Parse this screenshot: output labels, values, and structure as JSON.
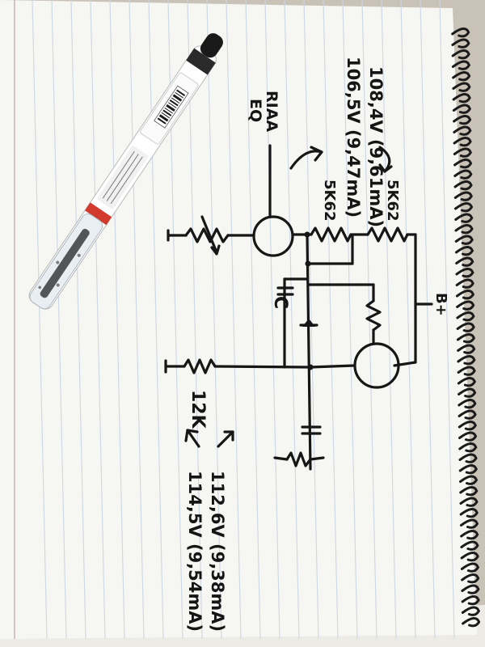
{
  "photo": {
    "background_color": "#c9c2b6",
    "paper_color": "#f6f6f3",
    "rule_color": "#cdd6e4",
    "margin_line_color": "#c8b0b4",
    "ink_color": "#161616",
    "spiral_color": "#1b1b1b",
    "pen": {
      "body_color": "#ffffff",
      "cap_color": "#1a1a1a",
      "band_color": "#d13a2d",
      "barrel_color": "#e8eef2"
    }
  },
  "schematic": {
    "stage_label_line1": "RIAA",
    "stage_label_line2": "EQ",
    "top_reading_1": "108,4V (9,61mA)",
    "top_reading_2": "106,5V (9,47mA)",
    "resistor_label_a": "5K62",
    "resistor_label_b": "5K62",
    "supply_label": "B+",
    "capacitor_label": "C",
    "resistor_label_12k": "12K",
    "bottom_reading_1": "112,6V (9,38mA)",
    "bottom_reading_2": "114,5V (9,54mA)"
  }
}
